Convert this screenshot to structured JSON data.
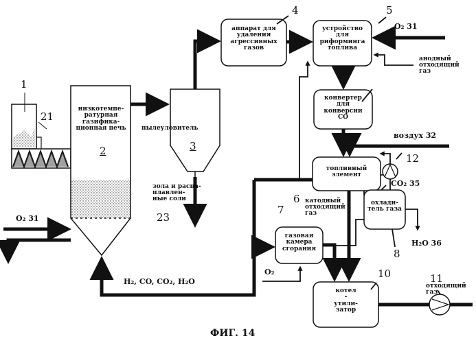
{
  "labels": {
    "n1": "1",
    "n2": "2",
    "n3": "3",
    "n4": "4",
    "n5": "5",
    "n6": "6",
    "n7": "7",
    "n8": "8",
    "n10": "10",
    "n11": "11",
    "n12": "12",
    "n21": "21",
    "furnace": "низкотемпе-\nратурная\nгазифика-\nционная печь",
    "dust_collector": "пылеуловитель",
    "acid_removal": "аппарат для\nудаления\nагрессивных\nгазов",
    "reformer": "устройство\nдля\nриформинга\nтоплива",
    "co_converter": "конвертер\nдля\nконверсии\nCO",
    "fuel_cell": "топливный\nэлемент",
    "combustion": "газовая\nкамера\nсгорания",
    "cooler": "охлади-\nтель газа",
    "boiler": "котел\n-\nутили-\nзатор",
    "o2_31_top": "O₂  31",
    "o2_31_left": "O₂  31",
    "anode_gas": "анодный\nотходящий\nгаз",
    "air_32": "воздух  32",
    "co2_35": "CO₂  35",
    "cathode_gas": "катодный\nотходящий\nгаз",
    "ash_23_text": "зола и распа-\nплавлен-\nные соли",
    "ash_23_num": "23",
    "h2o_36": "H₂O  36",
    "syngas": "H₂, CO, CO₂, H₂O",
    "o2_comb": "O₂",
    "exhaust": "отходящий\nгаз",
    "caption": "ФИГ. 14"
  }
}
